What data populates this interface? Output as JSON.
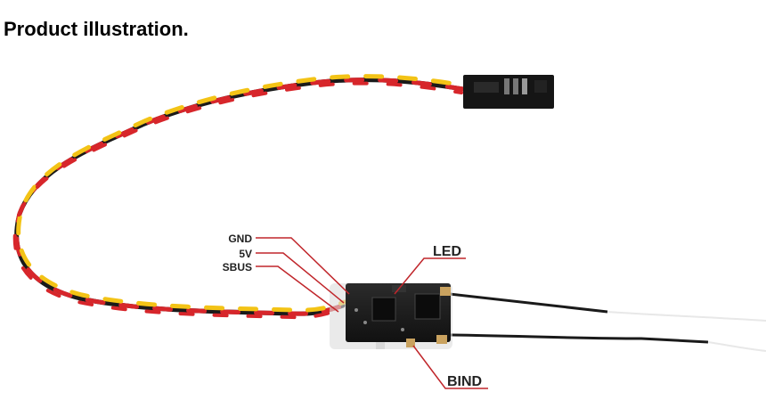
{
  "heading": "Product illustration.",
  "labels": {
    "gnd": "GND",
    "v5": "5V",
    "sbus": "SBUS",
    "led": "LED",
    "bind": "BIND"
  },
  "colors": {
    "wire_black": "#1a1a1a",
    "wire_red": "#d7262b",
    "wire_yellow": "#f3c316",
    "leader_line": "#c0262b",
    "pcb": "#1c1c1c",
    "antenna_tip": "#f2f2f2"
  }
}
